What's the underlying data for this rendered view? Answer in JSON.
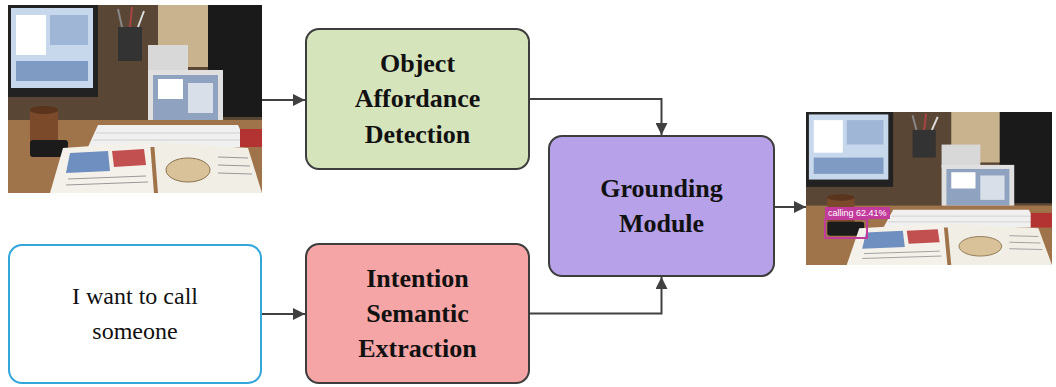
{
  "diagram": {
    "nodes": [
      {
        "text": [
          "I want to call someone"
        ]
      },
      {
        "text": [
          "Object Affordance Detection"
        ]
      },
      {
        "text": [
          "Intention Semantic Extraction"
        ]
      },
      {
        "text": [
          "Grounding Module"
        ]
      }
    ],
    "edges": [
      {
        "from": 0,
        "to": 2,
        "arrow": "to"
      },
      {
        "from": 1,
        "to": 3,
        "arrow": "to"
      },
      {
        "from": 2,
        "to": 3,
        "arrow": "to"
      }
    ],
    "labels": [
      "calling 62.41%"
    ]
  }
}
